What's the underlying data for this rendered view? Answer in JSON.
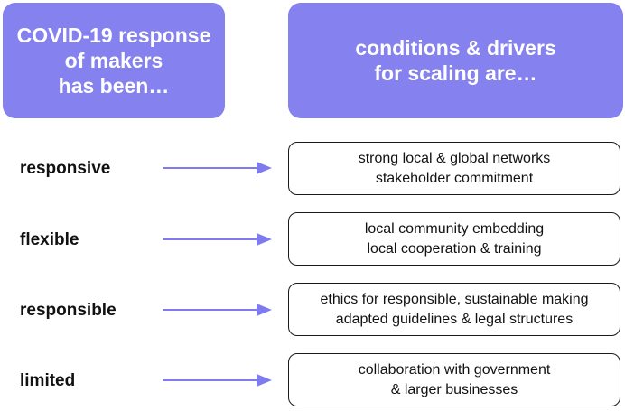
{
  "colors": {
    "header_fill": "#8581ee",
    "arrow": "#7f7bee",
    "box_border": "#1a1a1a"
  },
  "headers": {
    "left": [
      "COVID-19 response",
      "of makers",
      "has been…"
    ],
    "right": [
      "conditions & drivers",
      "for scaling are…"
    ]
  },
  "rows": [
    {
      "response": "responsive",
      "conditions": [
        "strong local & global networks",
        "stakeholder commitment"
      ]
    },
    {
      "response": "flexible",
      "conditions": [
        "local community embedding",
        "local cooperation & training"
      ]
    },
    {
      "response": "responsible",
      "conditions": [
        "ethics for responsible, sustainable making",
        "adapted guidelines & legal structures"
      ]
    },
    {
      "response": "limited",
      "conditions": [
        "collaboration with government",
        "& larger businesses"
      ]
    }
  ]
}
